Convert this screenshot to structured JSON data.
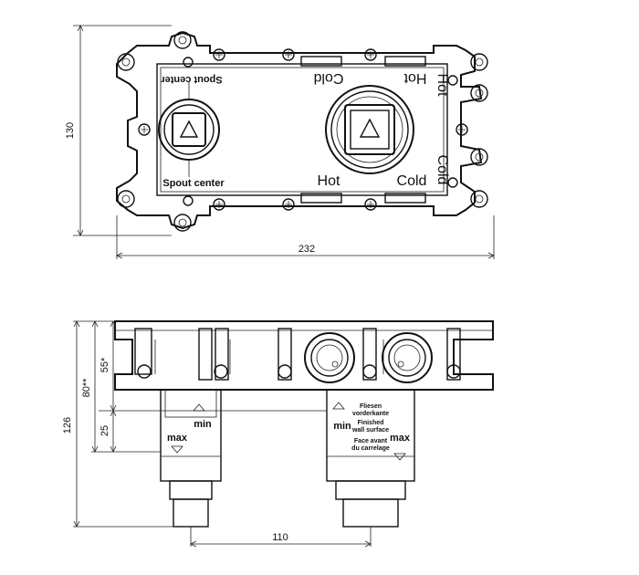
{
  "top_view": {
    "label_spout_center_top": "Spout center",
    "label_spout_center_bottom": "Spout center",
    "label_hot": "Hot",
    "label_cold": "Cold",
    "label_cold_flipped": "Cold",
    "label_hot_flipped": "Hot",
    "label_hot_vertical": "Hot",
    "label_cold_vertical": "Cold",
    "dim_height": "130",
    "dim_width": "232"
  },
  "side_view": {
    "dim_total": "126",
    "dim_80": "80**",
    "dim_55": "55*",
    "dim_25": "25",
    "dim_110": "110",
    "label_min_left": "min",
    "label_max_left": "max",
    "label_min_right": "min",
    "label_max_right": "max",
    "note_line1": "Fliesen",
    "note_line2": "vorderkante",
    "note_line3": "Finished",
    "note_line4": "wall surface",
    "note_line5": "Face avant",
    "note_line6": "du carrelage"
  }
}
